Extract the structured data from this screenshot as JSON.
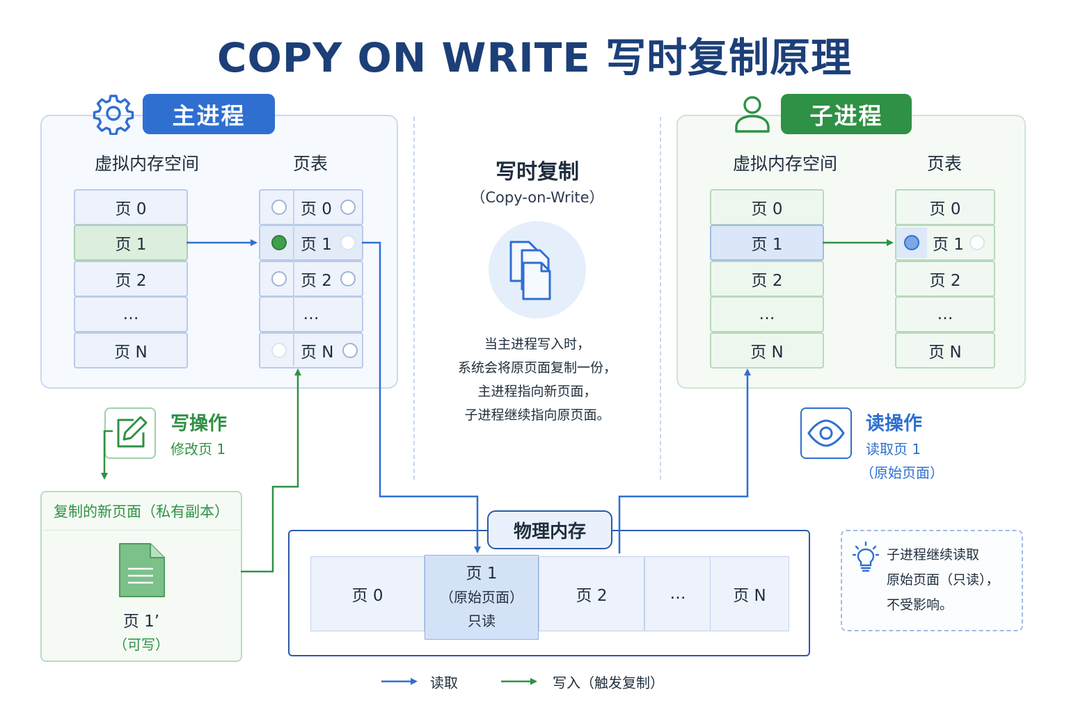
{
  "title": "COPY ON WRITE 写时复制原理",
  "parent": {
    "label": "主进程",
    "vm_label": "虚拟内存空间",
    "pt_label": "页表",
    "vm_pages": [
      "页 0",
      "页 1",
      "页 2",
      "…",
      "页 N"
    ],
    "pt_pages": [
      "页 0",
      "页 1",
      "页 2",
      "…",
      "页 N"
    ]
  },
  "child": {
    "label": "子进程",
    "vm_label": "虚拟内存空间",
    "pt_label": "页表",
    "vm_pages": [
      "页 0",
      "页 1",
      "页 2",
      "…",
      "页 N"
    ],
    "pt_pages": [
      "页 0",
      "页 1",
      "页 2",
      "…",
      "页 N"
    ]
  },
  "center": {
    "title": "写时复制",
    "subtitle": "（Copy-on-Write）",
    "lines": [
      "当主进程写入时，",
      "系统会将原页面复制一份，",
      "主进程指向新页面，",
      "子进程继续指向原页面。"
    ]
  },
  "write_op": {
    "title": "写操作",
    "sub": "修改页 1"
  },
  "read_op": {
    "title": "读操作",
    "sub": "读取页 1",
    "sub2": "（原始页面）"
  },
  "copy_box": {
    "title": "复制的新页面（私有副本）",
    "page": "页 1’",
    "note": "（可写）"
  },
  "physical": {
    "label": "物理内存",
    "cells": [
      {
        "lines": [
          "页 0"
        ]
      },
      {
        "lines": [
          "页 1",
          "（原始页面）",
          "只读"
        ]
      },
      {
        "lines": [
          "页 2"
        ]
      },
      {
        "lines": [
          "…"
        ]
      },
      {
        "lines": [
          "页 N"
        ]
      }
    ]
  },
  "tip": {
    "lines": [
      "子进程继续读取",
      "原始页面（只读），",
      "不受影响。"
    ]
  },
  "legend": {
    "read": "读取",
    "write": "写入（触发复制）"
  },
  "colors": {
    "blue": "#2f6fd0",
    "green": "#2f9145",
    "title": "#1c3f78"
  },
  "icons": [
    "gear-icon",
    "user-icon",
    "copy-pages-icon",
    "edit-icon",
    "eye-icon",
    "file-icon",
    "lightbulb-icon"
  ]
}
